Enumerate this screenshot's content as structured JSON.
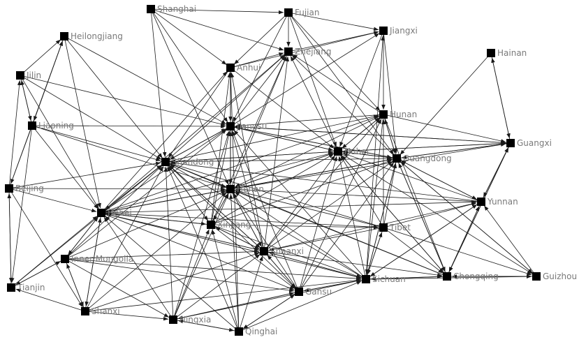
{
  "colors": {
    "node": "#000000",
    "edge": "#1a1a1a",
    "label": "#7a7a7a",
    "background": "#ffffff"
  },
  "nodes": [
    {
      "id": "Shanghai",
      "label": "Shanghai"
    },
    {
      "id": "Fujian",
      "label": "Fujian"
    },
    {
      "id": "Jiangxi",
      "label": "Jiangxi"
    },
    {
      "id": "Heilongjiang",
      "label": "Heilongjiang"
    },
    {
      "id": "Zhejiang",
      "label": "Zhejiang"
    },
    {
      "id": "Hainan",
      "label": "Hainan"
    },
    {
      "id": "Anhui",
      "label": "Anhui"
    },
    {
      "id": "Jilin",
      "label": "Jilin"
    },
    {
      "id": "Hunan",
      "label": "Hunan"
    },
    {
      "id": "Liaoning",
      "label": "Liaoning"
    },
    {
      "id": "Jiangsu",
      "label": "Jiangsu"
    },
    {
      "id": "Guangxi",
      "label": "Guangxi"
    },
    {
      "id": "Hubei",
      "label": "Hubei"
    },
    {
      "id": "Shandong",
      "label": "Shandong"
    },
    {
      "id": "Guangdong",
      "label": "Guangdong"
    },
    {
      "id": "Beijing",
      "label": "Beijing"
    },
    {
      "id": "Henan",
      "label": "Henan"
    },
    {
      "id": "Yunnan",
      "label": "Yunnan"
    },
    {
      "id": "Hebei",
      "label": "Hebei"
    },
    {
      "id": "Xinjiang",
      "label": "Xinjiang"
    },
    {
      "id": "Tibet",
      "label": "Tibet"
    },
    {
      "id": "Shaanxi",
      "label": "Shaanxi"
    },
    {
      "id": "Inner Mongolia",
      "label": "Inner Mongolia"
    },
    {
      "id": "Gansu",
      "label": "Gansu"
    },
    {
      "id": "Sichuan",
      "label": "Sichuan"
    },
    {
      "id": "Chongqing",
      "label": "Chongqing"
    },
    {
      "id": "Guizhou",
      "label": "Guizhou"
    },
    {
      "id": "Tianjin",
      "label": "Tianjin"
    },
    {
      "id": "Shanxi",
      "label": "Shanxi"
    },
    {
      "id": "Ningxia",
      "label": "Ningxia"
    },
    {
      "id": "Qinghai",
      "label": "Qinghai"
    }
  ],
  "edges": [
    [
      "Shanghai",
      "Fujian"
    ],
    [
      "Shanghai",
      "Zhejiang"
    ],
    [
      "Shanghai",
      "Jiangsu"
    ],
    [
      "Shanghai",
      "Shandong"
    ],
    [
      "Shanghai",
      "Henan"
    ],
    [
      "Shanghai",
      "Anhui"
    ],
    [
      "Fujian",
      "Jiangxi"
    ],
    [
      "Fujian",
      "Zhejiang"
    ],
    [
      "Fujian",
      "Anhui"
    ],
    [
      "Fujian",
      "Jiangsu"
    ],
    [
      "Fujian",
      "Hunan"
    ],
    [
      "Fujian",
      "Guangdong"
    ],
    [
      "Fujian",
      "Hubei"
    ],
    [
      "Zhejiang",
      "Jiangxi"
    ],
    [
      "Anhui",
      "Zhejiang"
    ],
    [
      "Jiangsu",
      "Zhejiang"
    ],
    [
      "Shandong",
      "Zhejiang"
    ],
    [
      "Henan",
      "Zhejiang"
    ],
    [
      "Hubei",
      "Zhejiang"
    ],
    [
      "Hunan",
      "Zhejiang"
    ],
    [
      "Guangdong",
      "Zhejiang"
    ],
    [
      "Xinjiang",
      "Zhejiang"
    ],
    [
      "Shaanxi",
      "Zhejiang"
    ],
    [
      "Hebei",
      "Zhejiang"
    ],
    [
      "Jiangxi",
      "Hunan"
    ],
    [
      "Jiangxi",
      "Guangdong"
    ],
    [
      "Jiangxi",
      "Hubei"
    ],
    [
      "Anhui",
      "Jiangxi"
    ],
    [
      "Jiangsu",
      "Jiangxi"
    ],
    [
      "Sichuan",
      "Jiangxi"
    ],
    [
      "Hainan",
      "Guangxi"
    ],
    [
      "Hainan",
      "Guangdong"
    ],
    [
      "Guangxi",
      "Hainan"
    ],
    [
      "Heilongjiang",
      "Liaoning"
    ],
    [
      "Heilongjiang",
      "Shandong"
    ],
    [
      "Heilongjiang",
      "Jiangsu"
    ],
    [
      "Heilongjiang",
      "Hebei"
    ],
    [
      "Jilin",
      "Heilongjiang"
    ],
    [
      "Liaoning",
      "Heilongjiang"
    ],
    [
      "Beijing",
      "Heilongjiang"
    ],
    [
      "Jilin",
      "Liaoning"
    ],
    [
      "Jilin",
      "Jiangsu"
    ],
    [
      "Jilin",
      "Shandong"
    ],
    [
      "Jilin",
      "Hebei"
    ],
    [
      "Liaoning",
      "Jilin"
    ],
    [
      "Beijing",
      "Jilin"
    ],
    [
      "Liaoning",
      "Jiangsu"
    ],
    [
      "Liaoning",
      "Shandong"
    ],
    [
      "Liaoning",
      "Hebei"
    ],
    [
      "Liaoning",
      "Beijing"
    ],
    [
      "Liaoning",
      "Tianjin"
    ],
    [
      "Liaoning",
      "Henan"
    ],
    [
      "Beijing",
      "Hebei"
    ],
    [
      "Beijing",
      "Tianjin"
    ],
    [
      "Tianjin",
      "Beijing"
    ],
    [
      "Beijing",
      "Shandong"
    ],
    [
      "Beijing",
      "Shanxi"
    ],
    [
      "Beijing",
      "Henan"
    ],
    [
      "Anhui",
      "Jiangsu"
    ],
    [
      "Anhui",
      "Shandong"
    ],
    [
      "Anhui",
      "Henan"
    ],
    [
      "Anhui",
      "Hubei"
    ],
    [
      "Henan",
      "Anhui"
    ],
    [
      "Hebei",
      "Anhui"
    ],
    [
      "Xinjiang",
      "Anhui"
    ],
    [
      "Shaanxi",
      "Anhui"
    ],
    [
      "Hunan",
      "Hubei"
    ],
    [
      "Hunan",
      "Guangdong"
    ],
    [
      "Hunan",
      "Guangxi"
    ],
    [
      "Hunan",
      "Jiangsu"
    ],
    [
      "Hunan",
      "Henan"
    ],
    [
      "Hunan",
      "Sichuan"
    ],
    [
      "Hunan",
      "Chongqing"
    ],
    [
      "Hubei",
      "Hunan"
    ],
    [
      "Guangdong",
      "Hunan"
    ],
    [
      "Shandong",
      "Hunan"
    ],
    [
      "Hebei",
      "Hunan"
    ],
    [
      "Shaanxi",
      "Hunan"
    ],
    [
      "Gansu",
      "Hunan"
    ],
    [
      "Tibet",
      "Hunan"
    ],
    [
      "Jiangsu",
      "Shandong"
    ],
    [
      "Jiangsu",
      "Hubei"
    ],
    [
      "Jiangsu",
      "Guangdong"
    ],
    [
      "Jiangsu",
      "Henan"
    ],
    [
      "Jiangsu",
      "Guangxi"
    ],
    [
      "Shandong",
      "Jiangsu"
    ],
    [
      "Henan",
      "Jiangsu"
    ],
    [
      "Hubei",
      "Jiangsu"
    ],
    [
      "Hebei",
      "Jiangsu"
    ],
    [
      "Xinjiang",
      "Jiangsu"
    ],
    [
      "Shaanxi",
      "Jiangsu"
    ],
    [
      "Gansu",
      "Jiangsu"
    ],
    [
      "Sichuan",
      "Jiangsu"
    ],
    [
      "Inner Mongolia",
      "Jiangsu"
    ],
    [
      "Guangdong",
      "Jiangsu"
    ],
    [
      "Ningxia",
      "Jiangsu"
    ],
    [
      "Guangxi",
      "Guangdong"
    ],
    [
      "Guangxi",
      "Hubei"
    ],
    [
      "Guangxi",
      "Yunnan"
    ],
    [
      "Guangxi",
      "Jiangsu"
    ],
    [
      "Yunnan",
      "Guangxi"
    ],
    [
      "Guangdong",
      "Guangxi"
    ],
    [
      "Hubei",
      "Guangxi"
    ],
    [
      "Chongqing",
      "Guangxi"
    ],
    [
      "Henan",
      "Guangxi"
    ],
    [
      "Hubei",
      "Guangdong"
    ],
    [
      "Hubei",
      "Henan"
    ],
    [
      "Hubei",
      "Shandong"
    ],
    [
      "Henan",
      "Hubei"
    ],
    [
      "Shandong",
      "Hubei"
    ],
    [
      "Hebei",
      "Hubei"
    ],
    [
      "Xinjiang",
      "Hubei"
    ],
    [
      "Shaanxi",
      "Hubei"
    ],
    [
      "Sichuan",
      "Hubei"
    ],
    [
      "Chongqing",
      "Hubei"
    ],
    [
      "Gansu",
      "Hubei"
    ],
    [
      "Yunnan",
      "Hubei"
    ],
    [
      "Tibet",
      "Hubei"
    ],
    [
      "Guangdong",
      "Hubei"
    ],
    [
      "Shandong",
      "Henan"
    ],
    [
      "Shandong",
      "Hebei"
    ],
    [
      "Shandong",
      "Guangdong"
    ],
    [
      "Shandong",
      "Shaanxi"
    ],
    [
      "Shandong",
      "Xinjiang"
    ],
    [
      "Henan",
      "Shandong"
    ],
    [
      "Hebei",
      "Shandong"
    ],
    [
      "Xinjiang",
      "Shandong"
    ],
    [
      "Shaanxi",
      "Shandong"
    ],
    [
      "Inner Mongolia",
      "Shandong"
    ],
    [
      "Shanxi",
      "Shandong"
    ],
    [
      "Ningxia",
      "Shandong"
    ],
    [
      "Gansu",
      "Shandong"
    ],
    [
      "Sichuan",
      "Shandong"
    ],
    [
      "Tibet",
      "Shandong"
    ],
    [
      "Yunnan",
      "Shandong"
    ],
    [
      "Chongqing",
      "Shandong"
    ],
    [
      "Qinghai",
      "Shandong"
    ],
    [
      "Tianjin",
      "Shandong"
    ],
    [
      "Guangdong",
      "Henan"
    ],
    [
      "Guangdong",
      "Chongqing"
    ],
    [
      "Guangdong",
      "Sichuan"
    ],
    [
      "Guangdong",
      "Yunnan"
    ],
    [
      "Henan",
      "Guangdong"
    ],
    [
      "Hebei",
      "Guangdong"
    ],
    [
      "Xinjiang",
      "Guangdong"
    ],
    [
      "Shaanxi",
      "Guangdong"
    ],
    [
      "Sichuan",
      "Guangdong"
    ],
    [
      "Chongqing",
      "Guangdong"
    ],
    [
      "Yunnan",
      "Guangdong"
    ],
    [
      "Tibet",
      "Guangdong"
    ],
    [
      "Gansu",
      "Guangdong"
    ],
    [
      "Guizhou",
      "Guangdong"
    ],
    [
      "Henan",
      "Hebei"
    ],
    [
      "Henan",
      "Shaanxi"
    ],
    [
      "Henan",
      "Xinjiang"
    ],
    [
      "Hebei",
      "Henan"
    ],
    [
      "Shaanxi",
      "Henan"
    ],
    [
      "Xinjiang",
      "Henan"
    ],
    [
      "Inner Mongolia",
      "Henan"
    ],
    [
      "Shanxi",
      "Henan"
    ],
    [
      "Gansu",
      "Henan"
    ],
    [
      "Sichuan",
      "Henan"
    ],
    [
      "Tibet",
      "Henan"
    ],
    [
      "Yunnan",
      "Henan"
    ],
    [
      "Chongqing",
      "Henan"
    ],
    [
      "Ningxia",
      "Henan"
    ],
    [
      "Qinghai",
      "Henan"
    ],
    [
      "Yunnan",
      "Chongqing"
    ],
    [
      "Yunnan",
      "Sichuan"
    ],
    [
      "Chongqing",
      "Yunnan"
    ],
    [
      "Sichuan",
      "Yunnan"
    ],
    [
      "Tibet",
      "Yunnan"
    ],
    [
      "Shaanxi",
      "Yunnan"
    ],
    [
      "Hebei",
      "Yunnan"
    ],
    [
      "Guizhou",
      "Yunnan"
    ],
    [
      "Hebei",
      "Shaanxi"
    ],
    [
      "Hebei",
      "Xinjiang"
    ],
    [
      "Hebei",
      "Inner Mongolia"
    ],
    [
      "Hebei",
      "Shanxi"
    ],
    [
      "Hebei",
      "Gansu"
    ],
    [
      "Hebei",
      "Sichuan"
    ],
    [
      "Hebei",
      "Tibet"
    ],
    [
      "Shaanxi",
      "Hebei"
    ],
    [
      "Xinjiang",
      "Hebei"
    ],
    [
      "Inner Mongolia",
      "Hebei"
    ],
    [
      "Shanxi",
      "Hebei"
    ],
    [
      "Ningxia",
      "Hebei"
    ],
    [
      "Tianjin",
      "Hebei"
    ],
    [
      "Qinghai",
      "Hebei"
    ],
    [
      "Xinjiang",
      "Shaanxi"
    ],
    [
      "Xinjiang",
      "Gansu"
    ],
    [
      "Xinjiang",
      "Sichuan"
    ],
    [
      "Xinjiang",
      "Tibet"
    ],
    [
      "Shaanxi",
      "Xinjiang"
    ],
    [
      "Tibet",
      "Sichuan"
    ],
    [
      "Tibet",
      "Chongqing"
    ],
    [
      "Tibet",
      "Shaanxi"
    ],
    [
      "Tibet",
      "Guizhou"
    ],
    [
      "Sichuan",
      "Tibet"
    ],
    [
      "Shaanxi",
      "Gansu"
    ],
    [
      "Shaanxi",
      "Sichuan"
    ],
    [
      "Shaanxi",
      "Chongqing"
    ],
    [
      "Gansu",
      "Shaanxi"
    ],
    [
      "Sichuan",
      "Shaanxi"
    ],
    [
      "Inner Mongolia",
      "Shaanxi"
    ],
    [
      "Shanxi",
      "Shaanxi"
    ],
    [
      "Ningxia",
      "Shaanxi"
    ],
    [
      "Qinghai",
      "Shaanxi"
    ],
    [
      "Inner Mongolia",
      "Gansu"
    ],
    [
      "Inner Mongolia",
      "Sichuan"
    ],
    [
      "Inner Mongolia",
      "Shanxi"
    ],
    [
      "Inner Mongolia",
      "Tianjin"
    ],
    [
      "Inner Mongolia",
      "Ningxia"
    ],
    [
      "Gansu",
      "Sichuan"
    ],
    [
      "Gansu",
      "Qinghai"
    ],
    [
      "Gansu",
      "Ningxia"
    ],
    [
      "Sichuan",
      "Gansu"
    ],
    [
      "Ningxia",
      "Gansu"
    ],
    [
      "Qinghai",
      "Gansu"
    ],
    [
      "Sichuan",
      "Chongqing"
    ],
    [
      "Sichuan",
      "Guizhou"
    ],
    [
      "Chongqing",
      "Sichuan"
    ],
    [
      "Qinghai",
      "Sichuan"
    ],
    [
      "Ningxia",
      "Sichuan"
    ],
    [
      "Shanxi",
      "Sichuan"
    ],
    [
      "Chongqing",
      "Guizhou"
    ],
    [
      "Guizhou",
      "Chongqing"
    ],
    [
      "Hubei",
      "Chongqing"
    ],
    [
      "Guangxi",
      "Chongqing"
    ],
    [
      "Hubei",
      "Guizhou"
    ],
    [
      "Guangdong",
      "Guizhou"
    ],
    [
      "Tianjin",
      "Inner Mongolia"
    ],
    [
      "Shanxi",
      "Inner Mongolia"
    ],
    [
      "Shanxi",
      "Ningxia"
    ],
    [
      "Ningxia",
      "Qinghai"
    ],
    [
      "Qinghai",
      "Ningxia"
    ],
    [
      "Shanxi",
      "Tianjin"
    ],
    [
      "Qinghai",
      "Xinjiang"
    ],
    [
      "Ningxia",
      "Xinjiang"
    ],
    [
      "Qinghai",
      "Anhui"
    ]
  ]
}
